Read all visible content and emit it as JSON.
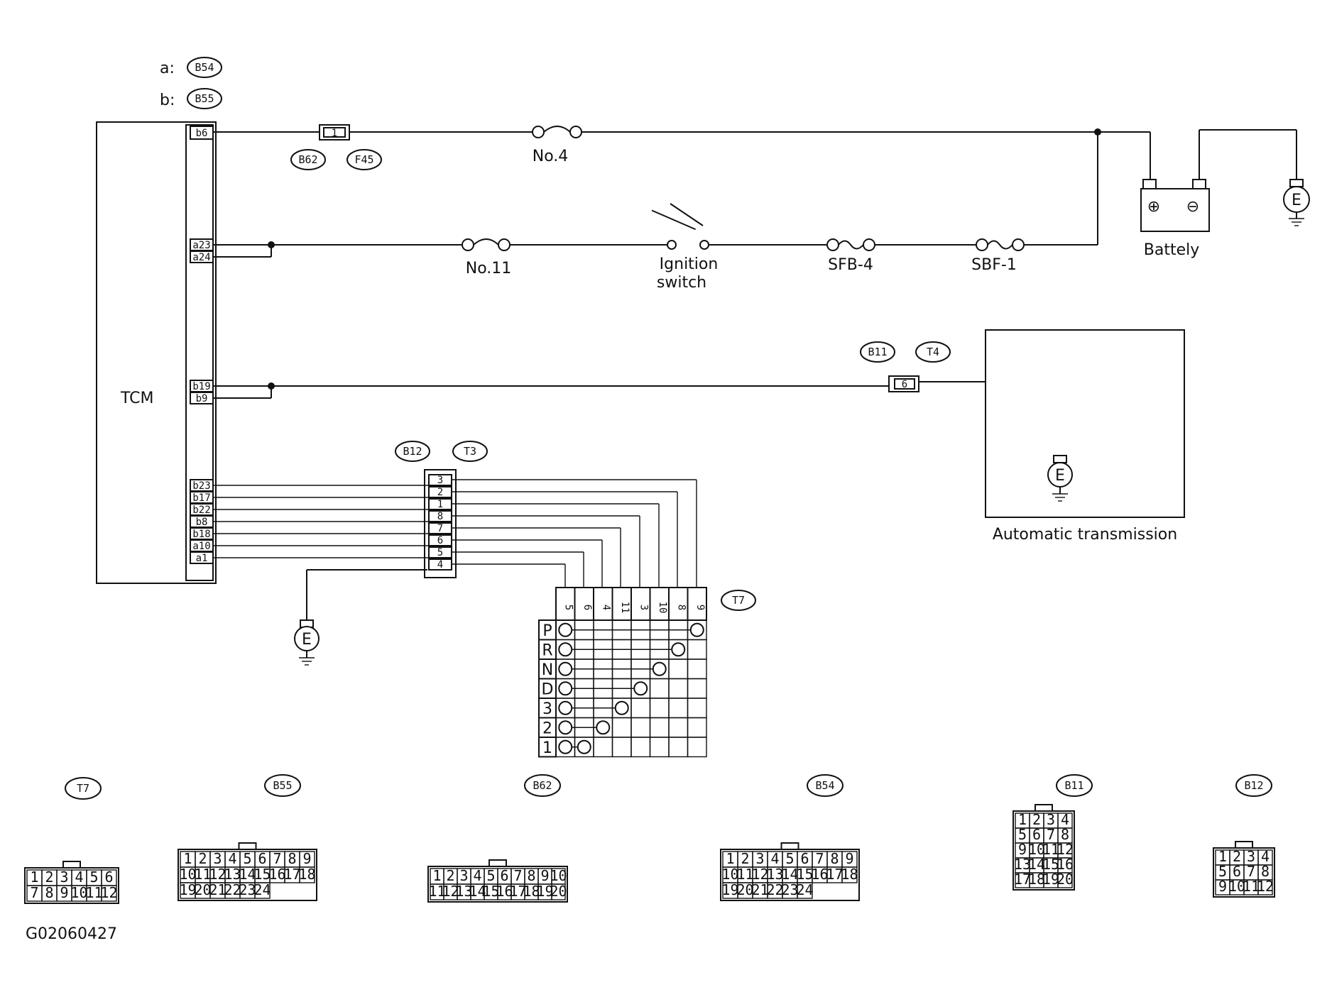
{
  "figure_id": "G02060427",
  "tcm": {
    "label": "TCM",
    "connector_key": [
      {
        "prefix": "a:",
        "connector": "B54"
      },
      {
        "prefix": "b:",
        "connector": "B55"
      }
    ],
    "pins": {
      "b6": "b6",
      "a23": "a23",
      "a24": "a24",
      "b19": "b19",
      "b9": "b9",
      "b23": "b23",
      "b17": "b17",
      "b22": "b22",
      "b8": "b8",
      "b18": "b18",
      "a10": "a10",
      "a1": "a1"
    }
  },
  "power_line_1": {
    "inline_connectors": [
      "B62",
      "F45"
    ],
    "inline_pin": "1",
    "fuse": "No.4"
  },
  "power_line_2": {
    "fuse": "No.11",
    "switch_label_1": "Ignition",
    "switch_label_2": "switch",
    "fuse_sfb": "SFB-4",
    "fuse_sbf": "SBF-1"
  },
  "battery": {
    "label": "Battely",
    "plus": "⊕",
    "minus": "⊖"
  },
  "ground_symbol": "E",
  "at_ground": {
    "inline_connectors": [
      "B11",
      "T4"
    ],
    "inline_pin": "6",
    "box_label": "Automatic transmission"
  },
  "inhibitor": {
    "inline_connectors": [
      "B12",
      "T3"
    ],
    "inline_pins": [
      "3",
      "2",
      "1",
      "8",
      "7",
      "6",
      "5",
      "4"
    ],
    "switch_connector": "T7",
    "switch_pins": [
      "5",
      "6",
      "4",
      "11",
      "3",
      "10",
      "8",
      "9"
    ],
    "positions": [
      "P",
      "R",
      "N",
      "D",
      "3",
      "2",
      "1"
    ],
    "circle_columns": [
      7,
      6,
      5,
      4,
      3,
      2,
      1
    ]
  },
  "connector_views": [
    {
      "id": "T7",
      "rows": [
        [
          "1",
          "2",
          "3",
          "4",
          "5",
          "6"
        ],
        [
          "7",
          "8",
          "9",
          "10",
          "11",
          "12"
        ]
      ]
    },
    {
      "id": "B55",
      "rows": [
        [
          "1",
          "2",
          "3",
          "4",
          "5",
          "6",
          "7",
          "8",
          "9"
        ],
        [
          "10",
          "11",
          "12",
          "13",
          "14",
          "15",
          "16",
          "17",
          "18"
        ],
        [
          "19",
          "20",
          "21",
          "22",
          "23",
          "24"
        ]
      ]
    },
    {
      "id": "B62",
      "rows": [
        [
          "1",
          "2",
          "3",
          "4",
          "5",
          "6",
          "7",
          "8",
          "9",
          "10"
        ],
        [
          "11",
          "12",
          "13",
          "14",
          "15",
          "16",
          "17",
          "18",
          "19",
          "20"
        ]
      ]
    },
    {
      "id": "B54",
      "rows": [
        [
          "1",
          "2",
          "3",
          "4",
          "5",
          "6",
          "7",
          "8",
          "9"
        ],
        [
          "10",
          "11",
          "12",
          "13",
          "14",
          "15",
          "16",
          "17",
          "18"
        ],
        [
          "19",
          "20",
          "21",
          "22",
          "23",
          "24"
        ]
      ]
    },
    {
      "id": "B11",
      "rows": [
        [
          "1",
          "2",
          "3",
          "4"
        ],
        [
          "5",
          "6",
          "7",
          "8"
        ],
        [
          "9",
          "10",
          "11",
          "12"
        ],
        [
          "13",
          "14",
          "15",
          "16"
        ],
        [
          "17",
          "18",
          "19",
          "20"
        ]
      ]
    },
    {
      "id": "B12",
      "rows": [
        [
          "1",
          "2",
          "3",
          "4"
        ],
        [
          "5",
          "6",
          "7",
          "8"
        ],
        [
          "9",
          "10",
          "11",
          "12"
        ]
      ]
    }
  ]
}
